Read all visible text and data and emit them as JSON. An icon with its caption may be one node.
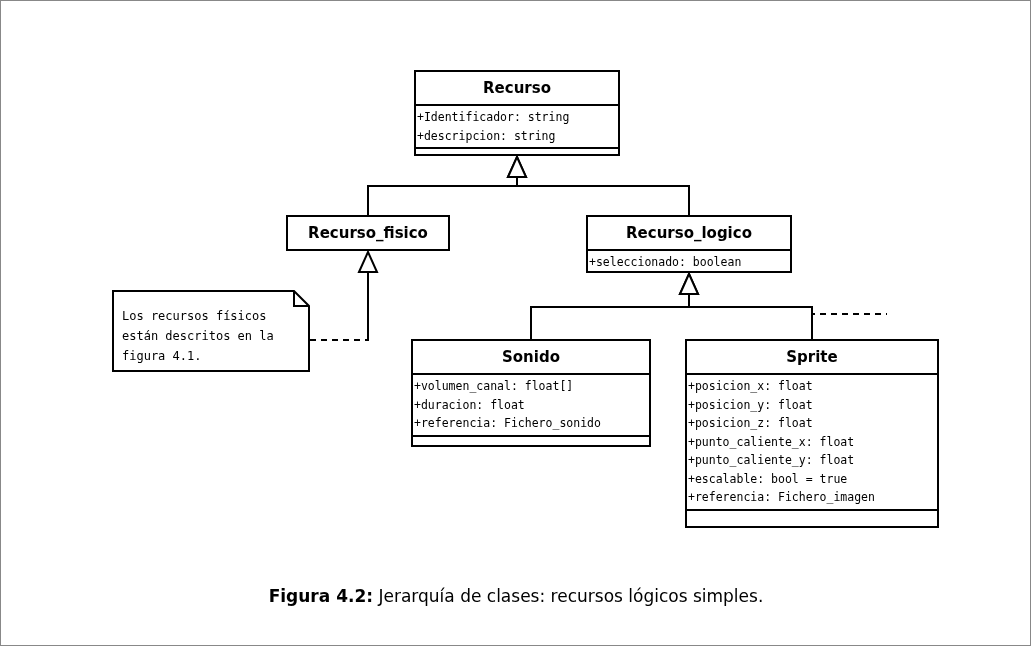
{
  "diagram": {
    "caption": "**Figura 4.2:** Jerarquía de clases: recursos lógicos simples.",
    "nodes": [
      {
        "text": [
          "Recurso",
          "+Identificador: string",
          "+descripcion: string"
        ]
      },
      {
        "text": [
          "Recurso_fisico"
        ]
      },
      {
        "text": [
          "Recurso_logico",
          "+seleccionado: boolean"
        ]
      },
      {
        "text": [
          "Los recursos físicos están descritos en la figura 4.1."
        ]
      },
      {
        "text": [
          "Sonido",
          "+volumen_canal: float[]",
          "+duracion: float",
          "+referencia: Fichero_sonido"
        ]
      },
      {
        "text": [
          "Sprite",
          "+posicion_x: float",
          "+posicion_y: float",
          "+posicion_z: float",
          "+punto_caliente_x: float",
          "+punto_caliente_y: float",
          "+escalable: bool = true",
          "+referencia: Fichero_imagen"
        ]
      }
    ],
    "edges": [
      {
        "from": 1,
        "to": 0,
        "arrow": "to"
      },
      {
        "from": 2,
        "to": 0,
        "arrow": "to"
      },
      {
        "from": 4,
        "to": 2,
        "arrow": "to"
      },
      {
        "from": 5,
        "to": 2,
        "arrow": "to"
      },
      {
        "from": 3,
        "to": null,
        "arrow": "none",
        "style": "dashed"
      },
      {
        "from": 5,
        "to": null,
        "arrow": "none",
        "style": "dashed"
      },
      {
        "from": null,
        "to": 1,
        "arrow": "to"
      }
    ]
  }
}
